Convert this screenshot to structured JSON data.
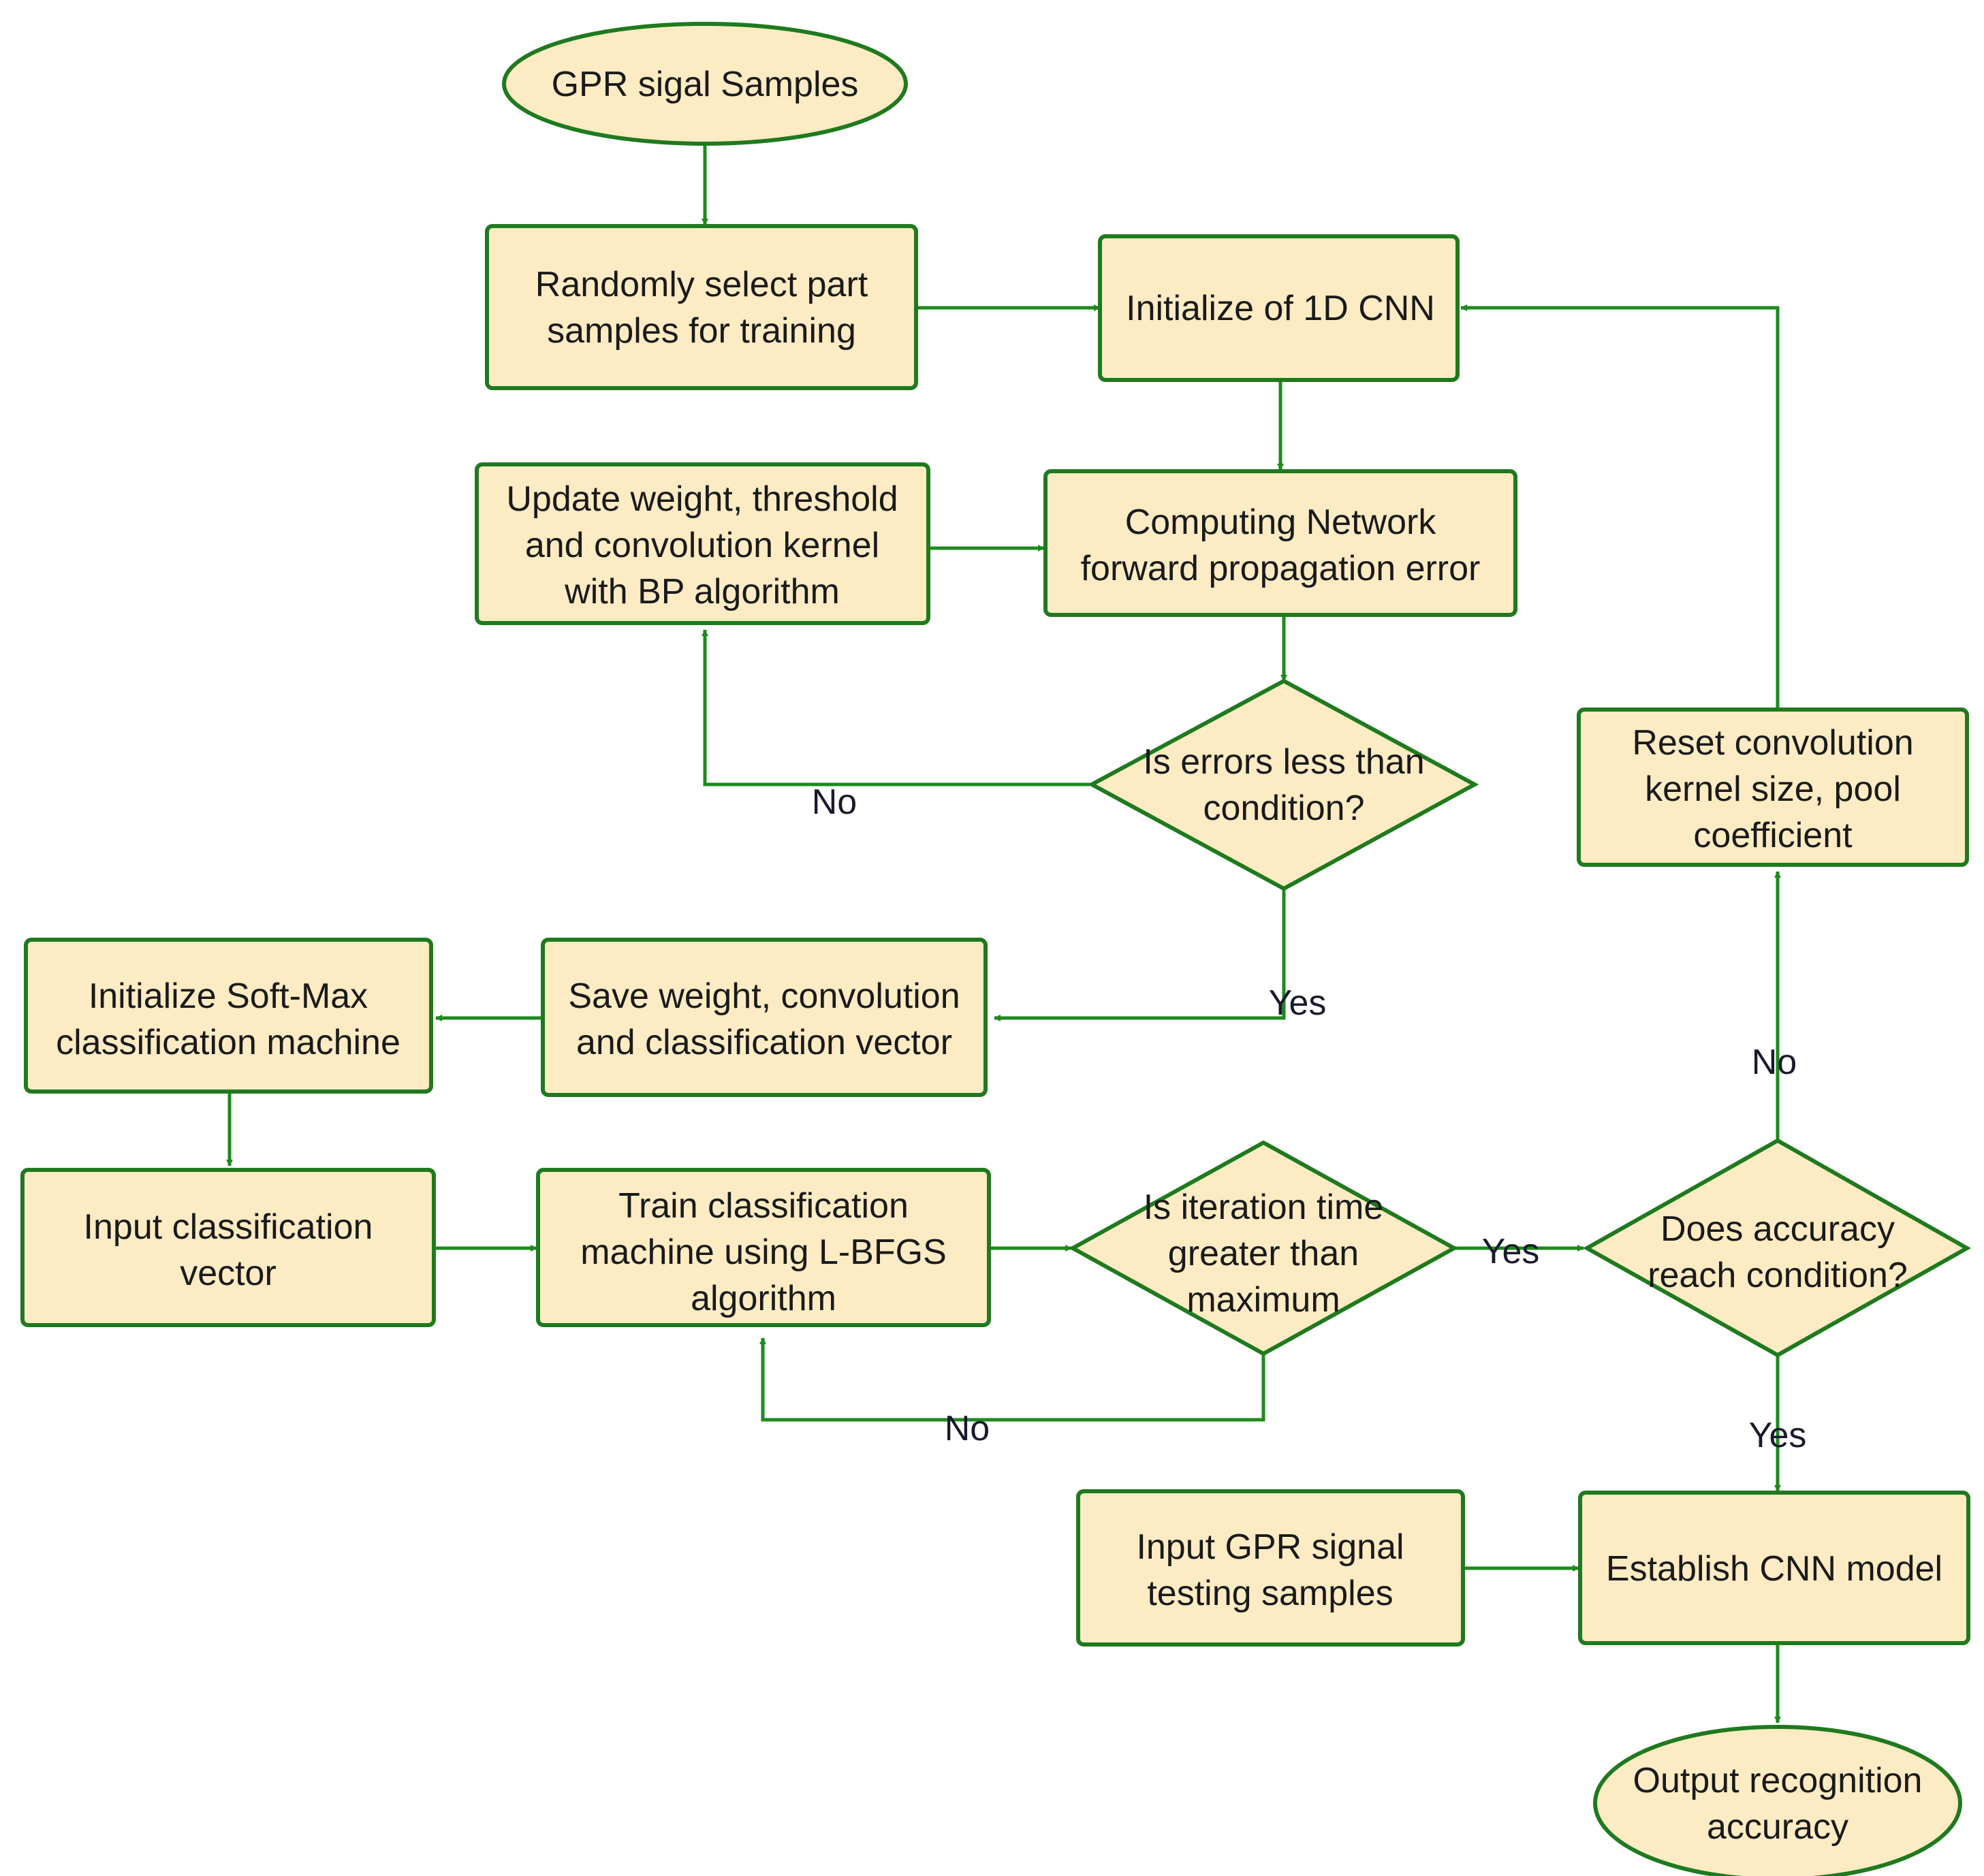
{
  "nodes": {
    "start": [
      "GPR sigal Samples"
    ],
    "select": [
      "Randomly select part",
      "samples for training"
    ],
    "init_cnn": [
      "Initialize of 1D CNN"
    ],
    "forward": [
      "Computing Network",
      "forward propagation error"
    ],
    "update": [
      "Update weight, threshold",
      "and convolution kernel",
      "with BP algorithm"
    ],
    "error_check": [
      "Is errors less than",
      "condition?"
    ],
    "reset": [
      "Reset convolution",
      "kernel size, pool",
      "coefficient"
    ],
    "save": [
      "Save weight, convolution",
      "and classification vector"
    ],
    "init_softmax": [
      "Initialize Soft-Max",
      "classification machine"
    ],
    "input_vector": [
      "Input classification",
      "vector"
    ],
    "train": [
      "Train classification",
      "machine using L-BFGS",
      "algorithm"
    ],
    "iter_check": [
      "Is iteration time",
      "greater than",
      "maximum"
    ],
    "acc_check": [
      "Does accuracy",
      "reach condition?"
    ],
    "test_input": [
      "Input GPR signal",
      "testing samples"
    ],
    "establish": [
      "Establish CNN model"
    ],
    "output": [
      "Output  recognition",
      "accuracy"
    ]
  },
  "edge_labels": {
    "error_no": "No",
    "error_yes": "Yes",
    "iter_yes": "Yes",
    "iter_no": "No",
    "acc_no": "No",
    "acc_yes": "Yes"
  },
  "colors": {
    "node_fill": "#fcebc3",
    "node_stroke": "#1f7a1f",
    "edge": "#1e8a1e"
  }
}
